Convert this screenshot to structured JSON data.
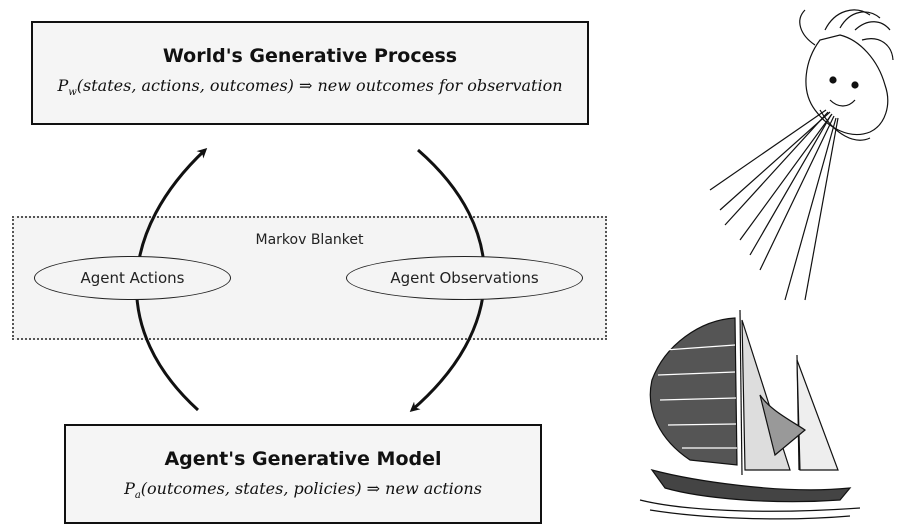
{
  "world_box": {
    "title": "World's Generative Process",
    "formula_p": "P",
    "formula_sub": "w",
    "formula_rest": "(states, actions, outcomes) ⇒ new outcomes for observation"
  },
  "blanket": {
    "label": "Markov Blanket",
    "actions_label": "Agent Actions",
    "observations_label": "Agent Observations"
  },
  "agent_box": {
    "title": "Agent's Generative Model",
    "formula_p": "P",
    "formula_sub": "a",
    "formula_rest": "(outcomes, states, policies) ⇒ new actions"
  },
  "illustrations": {
    "wind": "wind-god-illustration",
    "ship": "sailboat-illustration"
  }
}
